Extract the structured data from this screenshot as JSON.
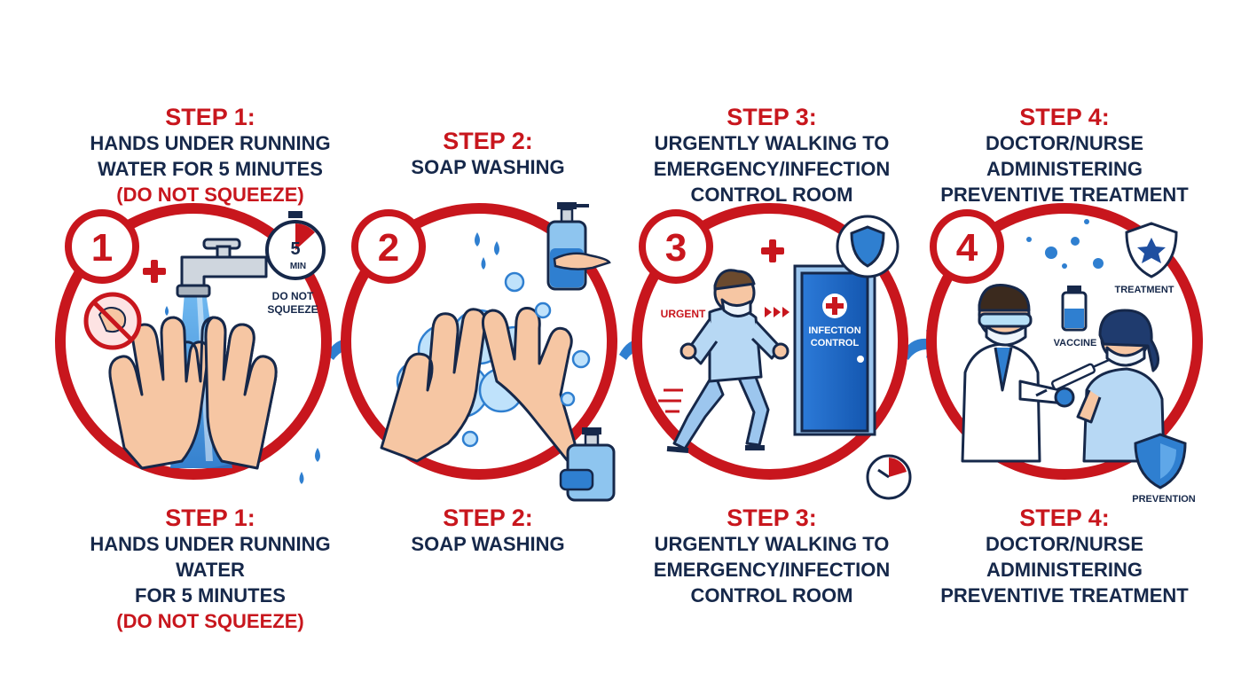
{
  "steps": [
    {
      "number": "1",
      "top": {
        "step": "STEP 1:",
        "lines": [
          "HANDS UNDER RUNNING",
          "WATER FOR 5 MINUTES"
        ],
        "warning": "(DO NOT SQUEEZE)"
      },
      "bottom": {
        "step": "STEP 1:",
        "lines": [
          "HANDS UNDER RUNNING",
          "WATER",
          "FOR 5 MINUTES"
        ],
        "warning": "(DO NOT SQUEEZE)"
      },
      "timer_value": "5",
      "timer_unit": "MIN",
      "note_lines": [
        "DO NOT",
        "SQUEEZE"
      ]
    },
    {
      "number": "2",
      "top": {
        "step": "STEP 2:",
        "lines": [
          "SOAP WASHING"
        ]
      },
      "bottom": {
        "step": "STEP 2:",
        "lines": [
          "SOAP WASHING"
        ]
      }
    },
    {
      "number": "3",
      "top": {
        "step": "STEP 3:",
        "lines": [
          "URGENTLY WALKING TO",
          "EMERGENCY/INFECTION",
          "CONTROL ROOM"
        ]
      },
      "bottom": {
        "step": "STEP 3:",
        "lines": [
          "URGENTLY WALKING TO",
          "EMERGENCY/INFECTION",
          "CONTROL ROOM"
        ]
      },
      "urgent_label": "URGENT",
      "door_label_lines": [
        "INFECTION",
        "CONTROL"
      ]
    },
    {
      "number": "4",
      "top": {
        "step": "STEP 4:",
        "lines": [
          "DOCTOR/NURSE",
          "ADMINISTERING",
          "PREVENTIVE TREATMENT"
        ]
      },
      "bottom": {
        "step": "STEP 4:",
        "lines": [
          "DOCTOR/NURSE",
          "ADMINISTERING",
          "PREVENTIVE TREATMENT"
        ]
      },
      "treatment_label": "TREATMENT",
      "vaccine_label": "VACCINE",
      "prevention_label": "PREVENTION"
    }
  ],
  "colors": {
    "red": "#c8161d",
    "navy": "#16284a",
    "blue": "#2f7fd0",
    "light_blue": "#8ec5ef",
    "skin": "#f6c6a3"
  }
}
